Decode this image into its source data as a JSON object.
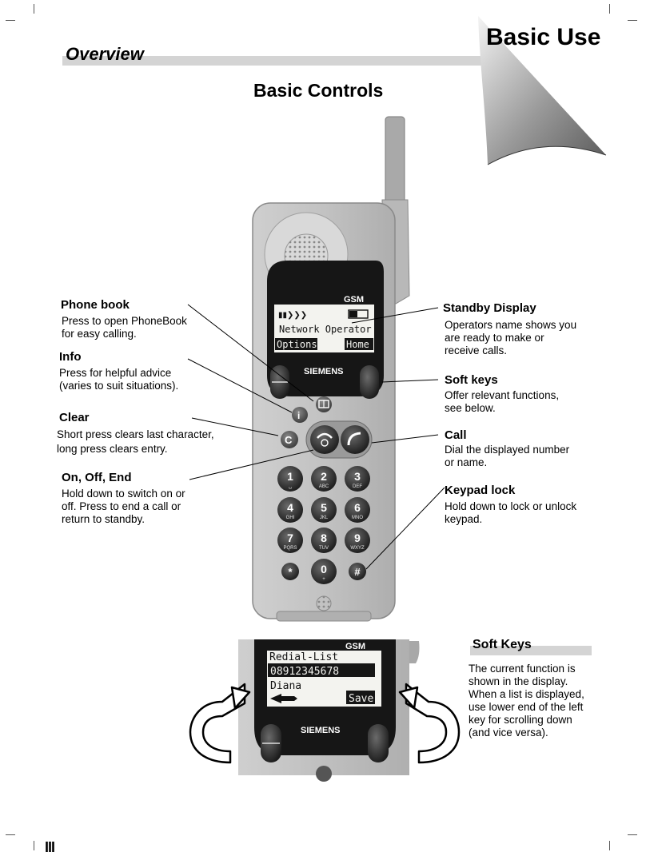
{
  "header": {
    "section": "Overview",
    "chapter": "Basic Use",
    "page_title": "Basic Controls"
  },
  "phone_display": {
    "brand": "GSM",
    "operator": "Network Operator",
    "softkey_left": "Options",
    "softkey_right": "Home",
    "logo": "SIEMENS"
  },
  "keypad": [
    {
      "num": "1",
      "sub": "␣"
    },
    {
      "num": "2",
      "sub": "ABC"
    },
    {
      "num": "3",
      "sub": "DEF"
    },
    {
      "num": "4",
      "sub": "GHI"
    },
    {
      "num": "5",
      "sub": "JKL"
    },
    {
      "num": "6",
      "sub": "MNO"
    },
    {
      "num": "7",
      "sub": "PQRS"
    },
    {
      "num": "8",
      "sub": "TUV"
    },
    {
      "num": "9",
      "sub": "WXYZ"
    },
    {
      "num": "*",
      "sub": ""
    },
    {
      "num": "0",
      "sub": "+"
    },
    {
      "num": "#",
      "sub": ""
    }
  ],
  "labels": {
    "phone_book": {
      "title": "Phone book",
      "desc": [
        "Press to open PhoneBook",
        "for easy calling."
      ]
    },
    "info": {
      "title": "Info",
      "desc": [
        "Press for helpful advice",
        "(varies to suit situations)."
      ]
    },
    "clear": {
      "title": "Clear",
      "desc": [
        "Short press clears last character,",
        "long press clears entry."
      ]
    },
    "on_off_end": {
      "title": "On, Off, End",
      "desc": [
        "Hold down to switch on or",
        "off. Press to end a call or",
        "return to standby."
      ]
    },
    "standby_display": {
      "title": "Standby Display",
      "desc": [
        "Operators name shows you",
        "are ready to make or",
        "receive calls."
      ]
    },
    "soft_keys": {
      "title": "Soft keys",
      "desc": [
        "Offer relevant functions,",
        "see below."
      ]
    },
    "call": {
      "title": "Call",
      "desc": [
        "Dial the displayed number",
        "or name."
      ]
    },
    "keypad_lock": {
      "title": "Keypad lock",
      "desc": [
        "Hold down to lock or unlock",
        "keypad."
      ]
    }
  },
  "soft_keys_section": {
    "title": "Soft Keys",
    "desc": [
      "The current function is",
      "shown in the display.",
      "When a list is displayed,",
      "use lower end of the left",
      "key for scrolling down",
      "(and vice versa)."
    ],
    "display": {
      "brand": "GSM",
      "line1": "Redial-List",
      "line2": "08912345678",
      "line3": "Diana",
      "softkey_right": "Save",
      "logo": "SIEMENS"
    }
  },
  "footer": {
    "mark": "III"
  }
}
